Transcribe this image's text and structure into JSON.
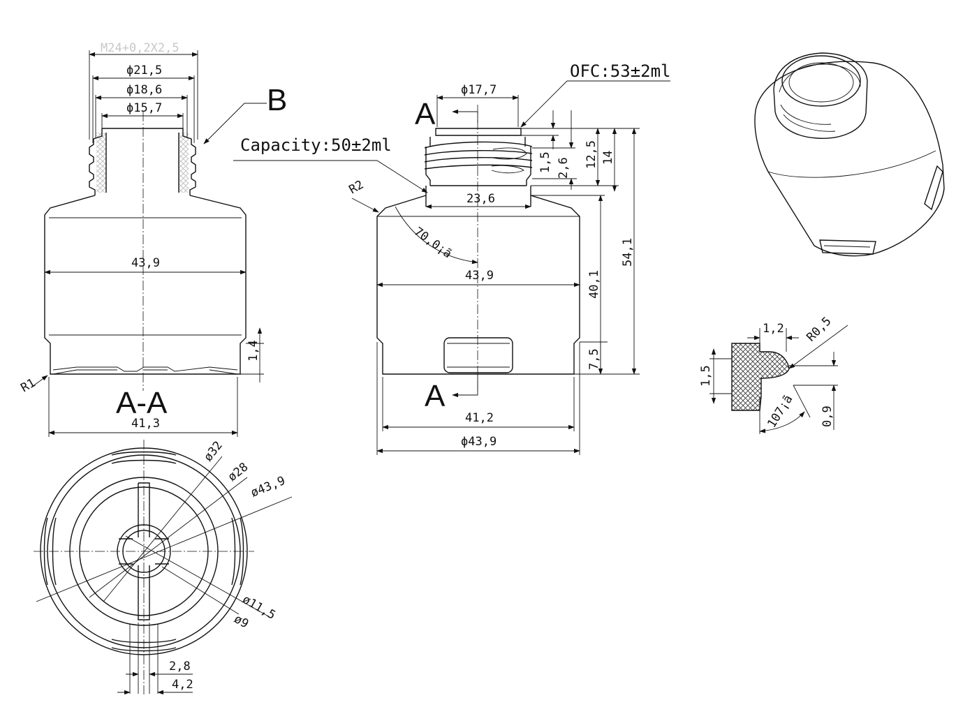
{
  "section_view": {
    "thread_spec": "M24+0,2X2,5",
    "dia_outer": "ϕ21,5",
    "dia_mid": "ϕ18,6",
    "dia_inner": "ϕ15,7",
    "body_width": "43,9",
    "base_width": "41,3",
    "base_step": "1,4",
    "radius": "R1",
    "title": "A-A",
    "detail_callout": "B"
  },
  "front_view": {
    "neck_dia": "ϕ17,7",
    "section_mark": "A",
    "capacity": "Capacity:50±2ml",
    "ofc": "OFC:53±2ml",
    "shoulder_radius": "R2",
    "neck_base": "23,6",
    "shoulder_angle": "70,0¡ã",
    "body_width": "43,9",
    "base_width": "41,2",
    "overall_dia": "ϕ43,9",
    "dim_1_5": "1,5",
    "dim_2_6": "2,6",
    "dim_12_5": "12,5",
    "dim_14": "14",
    "dim_54_1": "54,1",
    "dim_40_1": "40,1",
    "dim_7_5": "7,5"
  },
  "bottom_view": {
    "dia_32": "ø32",
    "dia_28": "ø28",
    "dia_43_9": "ø43,9",
    "dia_11_5": "ø11,5",
    "dia_9": "ø9",
    "slot_2_8": "2,8",
    "slot_4_2": "4,2"
  },
  "detail_b": {
    "width": "1,2",
    "radius": "R0,5",
    "height": "1,5",
    "step": "0,9",
    "angle": "107¡ã"
  }
}
